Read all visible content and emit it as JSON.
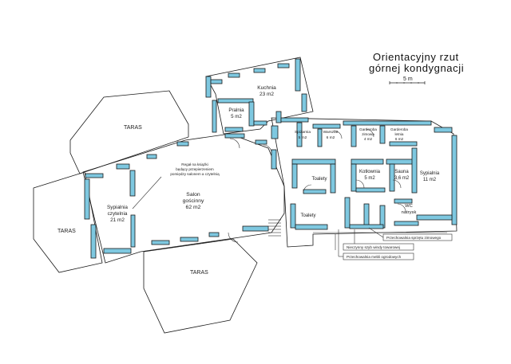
{
  "title": {
    "line1": "Orientacyjny rzut",
    "line2": "górnej kondygnacji",
    "scale": "5 m"
  },
  "rooms": {
    "kuchnia": {
      "name": "Kuchnia",
      "area": "23 m2"
    },
    "pralnia": {
      "name": "Pralnia",
      "area": "5 m2"
    },
    "spizarnia": {
      "name": "Spiżarnia",
      "area": "5 m2"
    },
    "warsztat": {
      "name": "Warsztat",
      "area": "6 m2"
    },
    "garderoba_zimowa": {
      "name": "Garderoba zimowa",
      "line1": "Garderoba",
      "line2": "zimowa",
      "area": "4 m2"
    },
    "garderoba_letnia": {
      "name": "Garderoba letnia",
      "line1": "Garderoba",
      "line2": "letnia",
      "area": "6 m2"
    },
    "kotlownia": {
      "name": "Kotłownia",
      "area": "5 m2"
    },
    "sauna": {
      "name": "Sauna",
      "area": "3,6 m2"
    },
    "sypialnia": {
      "name": "Sypialnia",
      "area": "11 m2"
    },
    "wc": {
      "line1": "WC",
      "line2": "natrysk"
    },
    "toalety1": {
      "name": "Toalety"
    },
    "toalety2": {
      "name": "Toalety"
    },
    "salon": {
      "line1": "Salon",
      "line2": "gościnny",
      "area": "62 m2"
    },
    "sypialnia_czytelnia": {
      "line1": "Sypialnia",
      "line2": "czytelnia",
      "area": "21 m2"
    }
  },
  "terraces": {
    "nw": "TARAS",
    "w": "TARAS",
    "s": "TARAS"
  },
  "notes": {
    "regal1": "Regał na książki",
    "regal2": "będący przepierzeniem",
    "regal3": "pomiędzy salonem a czytelnią",
    "sprzet": "Przechowalnia sprzętu zimowego",
    "szyb": "Nieczynny szyb windy towarowej",
    "mebli": "Przechowalnia mebli ogrodowych"
  }
}
